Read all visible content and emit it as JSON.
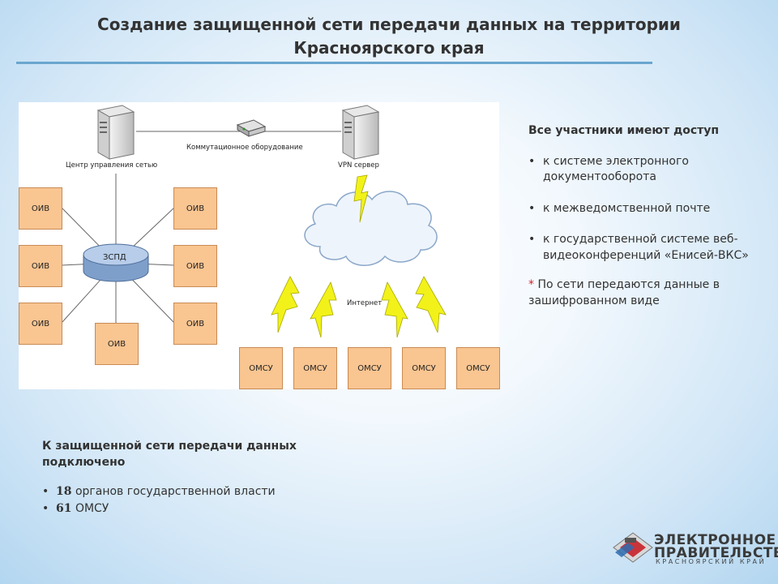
{
  "header": {
    "title_line1": "Создание защищенной сети передачи данных на территории",
    "title_line2": "Красноярского края"
  },
  "diagram": {
    "center_label": "Центр управления сетью",
    "switch_label": "Коммутационное оборудование",
    "vpn_label": "VPN сервер",
    "hub_label": "ЗСПД",
    "internet_label": "Интернет",
    "oiv_label": "ОИВ",
    "omsu_label": "ОМСУ",
    "colors": {
      "box_fill": "#f9c591",
      "hub_fill": "#9bb7dc",
      "bolt": "#f2f21a"
    }
  },
  "access_panel": {
    "heading": "Все участники имеют доступ",
    "items": [
      "к системе электронного документооборота",
      "к межведомственной почте",
      "к государственной системе веб-видеоконференций «Енисей-ВКС»"
    ],
    "note_star": "*",
    "note_text": "По сети передаются данные в зашифрованном виде"
  },
  "connected_panel": {
    "heading": "К защищенной сети передачи данных подключено",
    "items": [
      {
        "number": "18",
        "text": "органов государственной власти"
      },
      {
        "number": "61",
        "text": "ОМСУ"
      }
    ]
  },
  "logo": {
    "line1": "ЭЛЕКТРОННОЕ",
    "line2": "ПРАВИТЕЛЬСТВО",
    "line3": "КРАСНОЯРСКИЙ КРАЙ"
  }
}
